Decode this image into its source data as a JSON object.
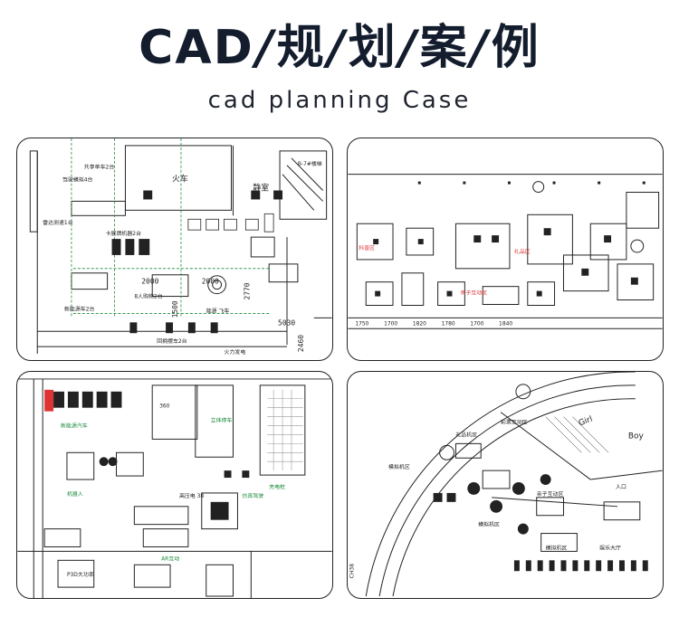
{
  "header": {
    "title_parts": [
      "CAD",
      "规",
      "划",
      "案",
      "例"
    ],
    "separator": "/",
    "subtitle": "cad planning Case"
  },
  "colors": {
    "title": "#141d2e",
    "cad_line": "#222222",
    "cad_green": "#1a8a3a",
    "cad_red": "#dd3333"
  },
  "cards": [
    {
      "labels": {
        "train": "火车",
        "lounge": "静室",
        "stairs": "B-7#楼梯",
        "sec1": "共享单车2台",
        "sec2": "驾驶模拟4台",
        "sec3": "雷达测速1台",
        "sec4": "卡展牌机器2台",
        "sec5": "新能源车2台",
        "sec6": "8人购物2台",
        "sec7": "回拥摆车2台",
        "sec8": "火力发电",
        "sec9": "能源 飞车",
        "dim1": "2000",
        "dim2": "2000",
        "dim3": "2460",
        "dim4": "5030",
        "dim5": "1500",
        "dim6": "2770"
      }
    },
    {
      "labels": {
        "zone1": "科普区",
        "zone2": "亲子互动区",
        "zone3": "礼品区",
        "dims": [
          "1750",
          "1700",
          "1820",
          "1780",
          "1700",
          "1840"
        ]
      }
    },
    {
      "labels": {
        "ring": "360",
        "z1": "新能源汽车",
        "z2": "立体停车",
        "z3": "机器人",
        "z4": "高压电 38",
        "z5": "仿真驾驶",
        "z6": "P3D大功率",
        "z7": "AR互动",
        "z8": "充电桩"
      }
    },
    {
      "labels": {
        "z1": "彩票互动区",
        "z2": "礼品机区",
        "z3": "模拟机区",
        "z4": "亲子互动区",
        "z5": "模拟机区",
        "z6": "模拟机区",
        "z7": "Girl",
        "z8": "Boy",
        "z9": "入口",
        "z10": "娱乐大厅",
        "z11": "CH38"
      }
    }
  ]
}
